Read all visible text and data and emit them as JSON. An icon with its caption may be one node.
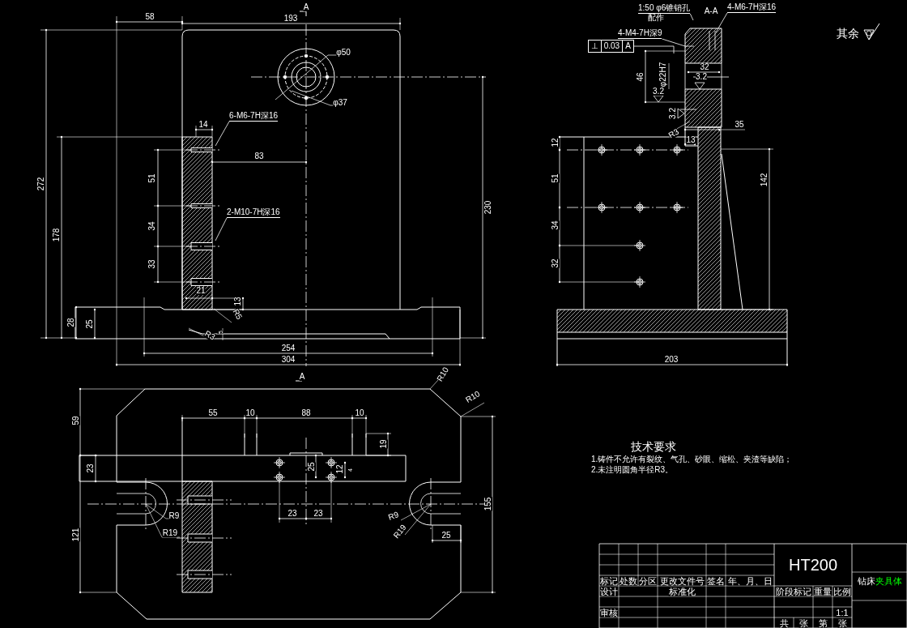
{
  "diagram": {
    "nodes": [
      {
        "text": [
          "6-M6-7H深16"
        ]
      },
      {
        "text": [
          "2-M10-7H深16"
        ]
      },
      {
        "text": [
          "1:50 φ6锥销孔",
          "配作"
        ]
      },
      {
        "text": [
          "4-M6-7H深16"
        ]
      },
      {
        "text": [
          "4-M4-7H深9"
        ]
      },
      {
        "text": [
          "⊥",
          "0.03",
          "A"
        ]
      }
    ],
    "edges": [
      {
        "from": 0,
        "to": null,
        "arrow": "none"
      },
      {
        "from": 1,
        "to": null,
        "arrow": "none"
      },
      {
        "from": 2,
        "to": null,
        "arrow": "none"
      },
      {
        "from": 3,
        "to": null,
        "arrow": "none"
      },
      {
        "from": 4,
        "to": null,
        "arrow": "none"
      },
      {
        "from": 5,
        "to": null,
        "arrow": "none"
      }
    ],
    "labels": [
      "A",
      "58",
      "193",
      "φ50",
      "φ37",
      "14",
      "83",
      "51",
      "34",
      "33",
      "21",
      "13",
      "R5",
      "R3",
      "5",
      "272",
      "178",
      "28",
      "25",
      "230",
      "254",
      "304",
      "A-A",
      "32",
      "3.2",
      "46",
      "φ22H7",
      "3.2",
      "3.2",
      "R3",
      "35",
      "12",
      "13",
      "51",
      "34",
      "32",
      "142",
      "203",
      "其余",
      "A",
      "R10",
      "R10",
      "59",
      "55",
      "10",
      "88",
      "10",
      "19",
      "23",
      "25",
      "12",
      "4",
      "121",
      "R9",
      "R19",
      "23",
      "23",
      "R9",
      "R19",
      "25",
      "155",
      "技术要求",
      "1.铸件不允许有裂纹、气孔、砂眼、缩松、夹渣等缺陷；",
      "2.未注明圆角半径R3。",
      "HT200",
      "标记",
      "处数",
      "分区",
      "更改文件号",
      "签名",
      "年、月、日",
      "钻床",
      "夹具体",
      "设计",
      "标准化",
      "阶段标记",
      "重量",
      "比例",
      "审核",
      "1:1",
      "共",
      "张",
      "第",
      "张"
    ]
  }
}
